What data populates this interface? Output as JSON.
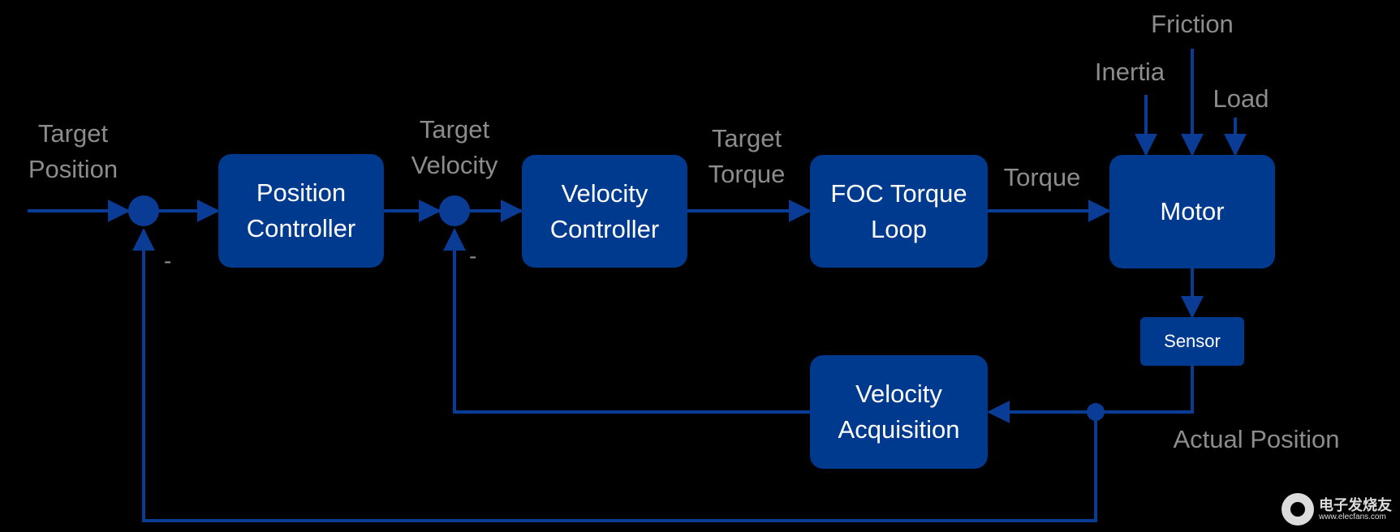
{
  "colors": {
    "background": "#000000",
    "block": "#003a8f",
    "line": "#0a3c96",
    "label": "#8c8c8c",
    "block_text": "#ffffff"
  },
  "inputs": {
    "target_position": [
      "Target",
      "Position"
    ],
    "target_velocity": [
      "Target",
      "Velocity"
    ],
    "target_torque": [
      "Target",
      "Torque"
    ],
    "torque": "Torque"
  },
  "disturbances": {
    "friction": "Friction",
    "inertia": "Inertia",
    "load": "Load"
  },
  "blocks": {
    "position_controller": [
      "Position",
      "Controller"
    ],
    "velocity_controller": [
      "Velocity",
      "Controller"
    ],
    "foc_torque_loop": [
      "FOC Torque",
      "Loop"
    ],
    "motor": "Motor",
    "sensor": "Sensor",
    "velocity_acquisition": [
      "Velocity",
      "Acquisition"
    ]
  },
  "feedback": {
    "actual_position": "Actual Position",
    "minus_sign": "-"
  },
  "watermark": {
    "brand": "电子发烧友",
    "url": "www.elecfans.com"
  }
}
